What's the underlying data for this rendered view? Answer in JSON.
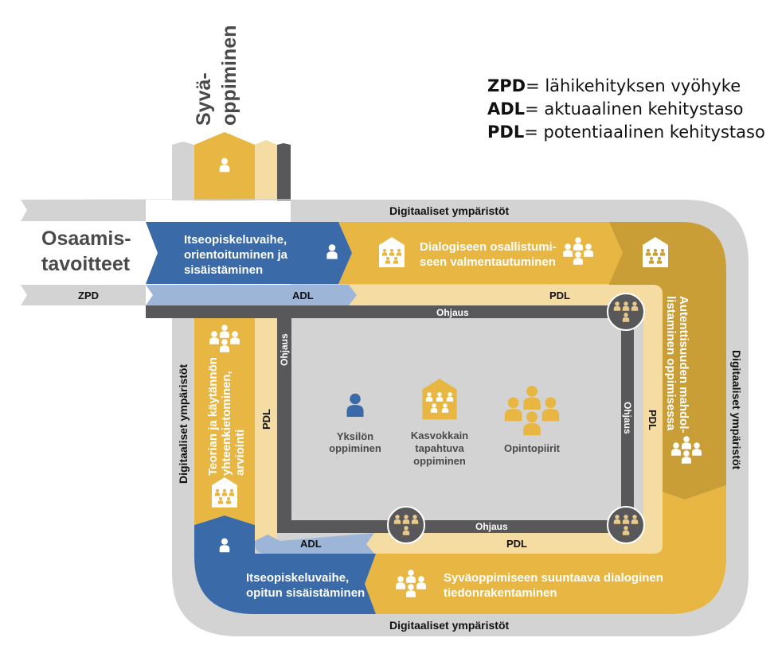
{
  "title_vertical": {
    "line1": "Syvä-",
    "line2": "oppiminen"
  },
  "legend": [
    {
      "abbr": "ZPD",
      "eq": "= ",
      "text": "lähikehityksen vyöhyke"
    },
    {
      "abbr": "ADL",
      "eq": "= ",
      "text": "aktuaalinen kehitystaso"
    },
    {
      "abbr": "PDL",
      "eq": "= ",
      "text": "potentiaalinen kehitystaso"
    }
  ],
  "start_label": {
    "line1": "Osaamis-",
    "line2": "tavoitteet"
  },
  "bands": {
    "digital_top": "Digitaaliset ympäristöt",
    "digital_left": "Digitaaliset ympäristöt",
    "digital_right": "Digitaaliset ympäristöt",
    "digital_bottom": "Digitaaliset ympäristöt",
    "zpd": "ZPD",
    "adl_top": "ADL",
    "pdl_top": "PDL",
    "pdl_left": "PDL",
    "pdl_right": "PDL",
    "pdl_bottom": "PDL",
    "adl_bottom": "ADL",
    "ohjaus_top": "Ohjaus",
    "ohjaus_left": "Ohjaus",
    "ohjaus_right": "Ohjaus",
    "ohjaus_bottom": "Ohjaus"
  },
  "phases": [
    {
      "id": "phase-1",
      "lines": [
        "Itseopiskeluvaihe,",
        "orientoituminen ja",
        "sisäistäminen"
      ],
      "icon": "person-icon"
    },
    {
      "id": "phase-2",
      "lines": [
        "Dialogiseen osallistumi-",
        "seen valmentautuminen"
      ],
      "icon": "group-icon"
    },
    {
      "id": "phase-3",
      "lines": [
        "Autenttisuuden mahdol-",
        "listaminen oppimisessa"
      ],
      "icon": "group-icon"
    },
    {
      "id": "phase-4",
      "lines": [
        "Syväoppimiseen suuntaava dialoginen",
        "tiedonrakentaminen"
      ],
      "icon": "group-icon"
    },
    {
      "id": "phase-5",
      "lines": [
        "Itseopiskeluvaihe,",
        "opitun sisäistäminen"
      ],
      "icon": "person-icon"
    },
    {
      "id": "phase-6",
      "lines": [
        "Teorian ja käytännön",
        "yhteenkietominen,",
        "arviointi"
      ],
      "icon": "group-icon"
    }
  ],
  "center_legend": [
    {
      "lines": [
        "Yksilön",
        "oppiminen"
      ],
      "icon": "person-icon"
    },
    {
      "lines": [
        "Kasvokkain",
        "tapahtuva",
        "oppiminen"
      ],
      "icon": "classroom-icon"
    },
    {
      "lines": [
        "Opintopiirit"
      ],
      "icon": "group-icon"
    }
  ],
  "colors": {
    "blue": "#3a6aa8",
    "light_blue": "#9db5d6",
    "gold": "#e8b642",
    "dark_gold": "#c99e36",
    "pale_gold": "#f5dca2",
    "gray": "#d3d3d4",
    "dark_gray": "#58585a",
    "text_dark": "#4a4a4c"
  }
}
